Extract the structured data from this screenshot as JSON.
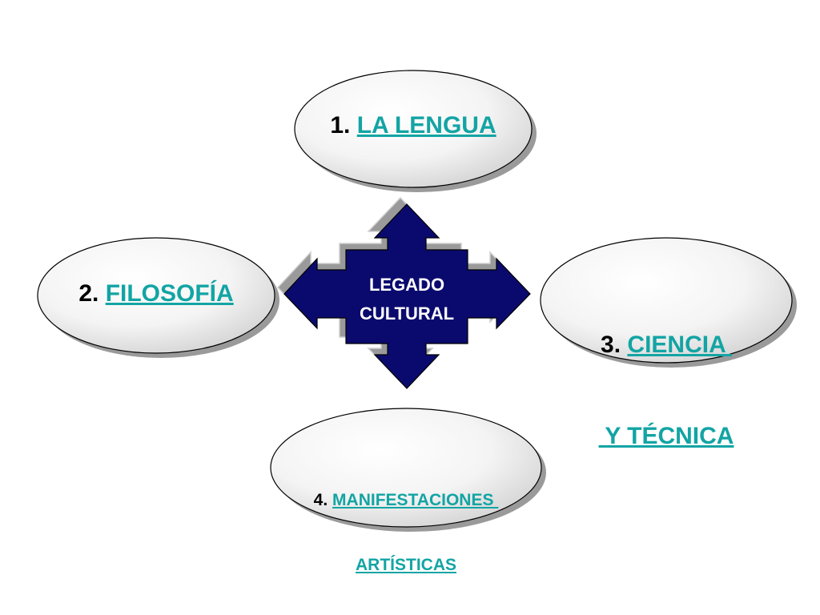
{
  "colors": {
    "accent_link": "#13a4a4",
    "center_fill": "#0a0a6e",
    "shadow": "#9a9a9a",
    "oval_fill_light": "#ffffff",
    "oval_fill_dark": "#d6d6d6",
    "text": "#000000"
  },
  "center": {
    "line1": "LEGADO",
    "line2": "CULTURAL"
  },
  "nodes": [
    {
      "number": "1.",
      "link_lines": [
        "LA LENGUA"
      ]
    },
    {
      "number": "2.",
      "link_lines": [
        "FILOSOFÍA"
      ]
    },
    {
      "number": "3.",
      "link_lines": [
        "CIENCIA ",
        " Y TÉCNICA"
      ]
    },
    {
      "number": "4.",
      "link_lines": [
        "MANIFESTACIONES ",
        "ARTÍSTICAS"
      ]
    }
  ]
}
